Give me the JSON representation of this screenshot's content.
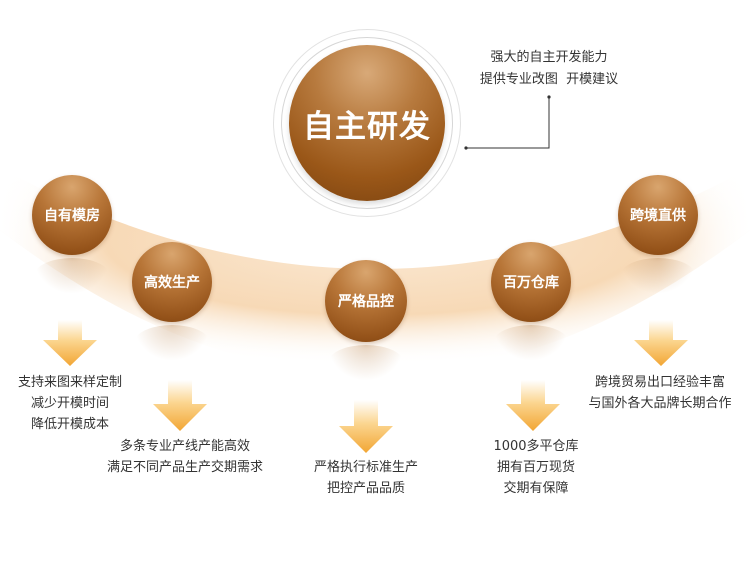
{
  "center": {
    "title": "自主研发",
    "description": [
      "强大的自主开发能力",
      "提供专业改图  开模建议"
    ]
  },
  "nodes": [
    {
      "title": "自有模房",
      "lines": [
        "支持来图来样定制",
        "减少开模时间",
        "降低开模成本"
      ]
    },
    {
      "title": "高效生产",
      "lines": [
        "多条专业产线产能高效",
        "满足不同产品生产交期需求"
      ]
    },
    {
      "title": "严格品控",
      "lines": [
        "严格执行标准生产",
        "把控产品品质"
      ]
    },
    {
      "title": "百万仓库",
      "lines": [
        "1000多平仓库",
        "拥有百万现货",
        "交期有保障"
      ]
    },
    {
      "title": "跨境直供",
      "lines": [
        "跨境贸易出口经验丰富",
        "与国外各大品牌长期合作"
      ]
    }
  ],
  "colors": {
    "accent": "#9a5718",
    "band": "#f7dcbc",
    "arrow": "#f5b54a"
  }
}
